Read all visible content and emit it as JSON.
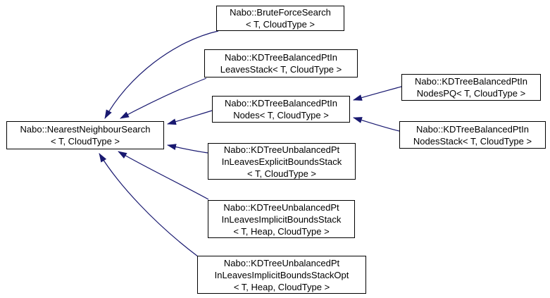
{
  "diagram": {
    "type": "class-inheritance-graph",
    "background_color": "#ffffff",
    "arrow_color": "#191970",
    "node_border_color": "#000000",
    "node_fill_color": "#ffffff",
    "text_color": "#000000"
  },
  "nodes": [
    {
      "id": "nearest-neighbour-search",
      "lines": [
        "Nabo::NearestNeighbourSearch",
        "< T, CloudType >"
      ]
    },
    {
      "id": "brute-force-search",
      "lines": [
        "Nabo::BruteForceSearch",
        "< T, CloudType >"
      ]
    },
    {
      "id": "kdtree-balanced-pt-in-leaves-stack",
      "lines": [
        "Nabo::KDTreeBalancedPtIn",
        "LeavesStack< T, CloudType >"
      ]
    },
    {
      "id": "kdtree-balanced-pt-in-nodes",
      "lines": [
        "Nabo::KDTreeBalancedPtIn",
        "Nodes< T, CloudType >"
      ]
    },
    {
      "id": "kdtree-balanced-pt-in-nodes-pq",
      "lines": [
        "Nabo::KDTreeBalancedPtIn",
        "NodesPQ< T, CloudType >"
      ]
    },
    {
      "id": "kdtree-balanced-pt-in-nodes-stack",
      "lines": [
        "Nabo::KDTreeBalancedPtIn",
        "NodesStack< T, CloudType >"
      ]
    },
    {
      "id": "kdtree-unbalanced-pt-in-leaves-explicit-bounds-stack",
      "lines": [
        "Nabo::KDTreeUnbalancedPt",
        "InLeavesExplicitBoundsStack",
        "< T, CloudType >"
      ]
    },
    {
      "id": "kdtree-unbalanced-pt-in-leaves-implicit-bounds-stack",
      "lines": [
        "Nabo::KDTreeUnbalancedPt",
        "InLeavesImplicitBoundsStack",
        "< T, Heap, CloudType >"
      ]
    },
    {
      "id": "kdtree-unbalanced-pt-in-leaves-implicit-bounds-stack-opt",
      "lines": [
        "Nabo::KDTreeUnbalancedPt",
        "InLeavesImplicitBoundsStackOpt",
        "< T, Heap, CloudType >"
      ]
    }
  ],
  "edges": [
    {
      "from": "brute-force-search",
      "to": "nearest-neighbour-search"
    },
    {
      "from": "kdtree-balanced-pt-in-leaves-stack",
      "to": "nearest-neighbour-search"
    },
    {
      "from": "kdtree-balanced-pt-in-nodes",
      "to": "nearest-neighbour-search"
    },
    {
      "from": "kdtree-unbalanced-pt-in-leaves-explicit-bounds-stack",
      "to": "nearest-neighbour-search"
    },
    {
      "from": "kdtree-unbalanced-pt-in-leaves-implicit-bounds-stack",
      "to": "nearest-neighbour-search"
    },
    {
      "from": "kdtree-unbalanced-pt-in-leaves-implicit-bounds-stack-opt",
      "to": "nearest-neighbour-search"
    },
    {
      "from": "kdtree-balanced-pt-in-nodes-pq",
      "to": "kdtree-balanced-pt-in-nodes"
    },
    {
      "from": "kdtree-balanced-pt-in-nodes-stack",
      "to": "kdtree-balanced-pt-in-nodes"
    }
  ]
}
